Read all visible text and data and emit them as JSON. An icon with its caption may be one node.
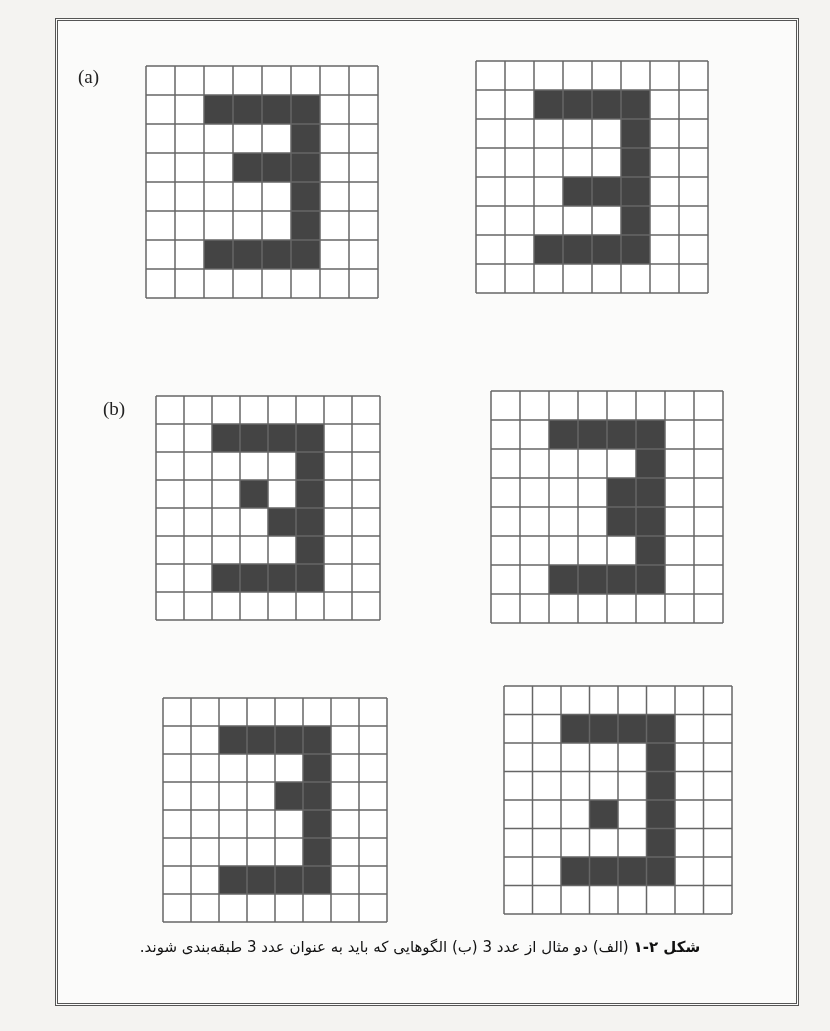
{
  "diagram": {
    "caption": "**شکل ۲-۱** (الف) دو مثال از عدد 3 (ب) الگوهایی که باید به عنوان عدد 3 طبقه‌بندی شوند.",
    "labels": [
      "(a)",
      "(b)"
    ]
  }
}
